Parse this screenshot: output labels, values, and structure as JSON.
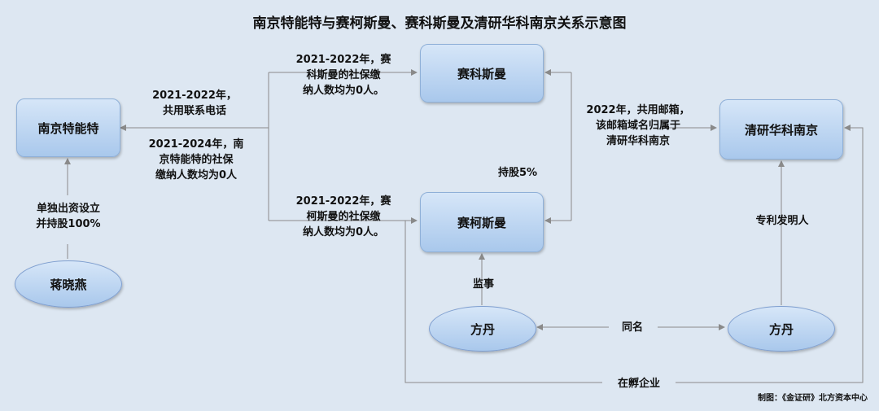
{
  "title": "南京特能特与赛柯斯曼、赛科斯曼及清研华科南京关系示意图",
  "nodes": {
    "nanjing_teneng": "南京特能特",
    "saikesiman_ke": "赛科斯曼",
    "saikesiman_ka": "赛柯斯曼",
    "qingyan": "清研华科南京",
    "jiang": "蒋晓燕",
    "fangdan_left": "方丹",
    "fangdan_right": "方丹"
  },
  "labels": {
    "phone": "2021-2022年，\n共用联系电话",
    "social_teneng": "2021-2024年，南\n京特能特的社保\n缴纳人数均为0人",
    "social_ke": "2021-2022年，赛\n科斯曼的社保缴\n纳人数均为0人。",
    "social_ka": "2021-2022年，赛\n柯斯曼的社保缴\n纳人数均为0人。",
    "mailbox": "2022年，共用邮箱，\n该邮箱域名归属于\n清研华科南京",
    "shareholding": "持股5%",
    "invest": "单独出资设立\n并持股100%",
    "supervisor": "监事",
    "same_name": "同名",
    "inventor": "专利发明人",
    "incubated": "在孵企业"
  },
  "credit": "制图：《金证研》北方资本中心",
  "colors": {
    "background": "#dde7f2",
    "node_top": "#d6e6f8",
    "node_bottom": "#a9c8ec",
    "line": "#8a8a8a"
  }
}
